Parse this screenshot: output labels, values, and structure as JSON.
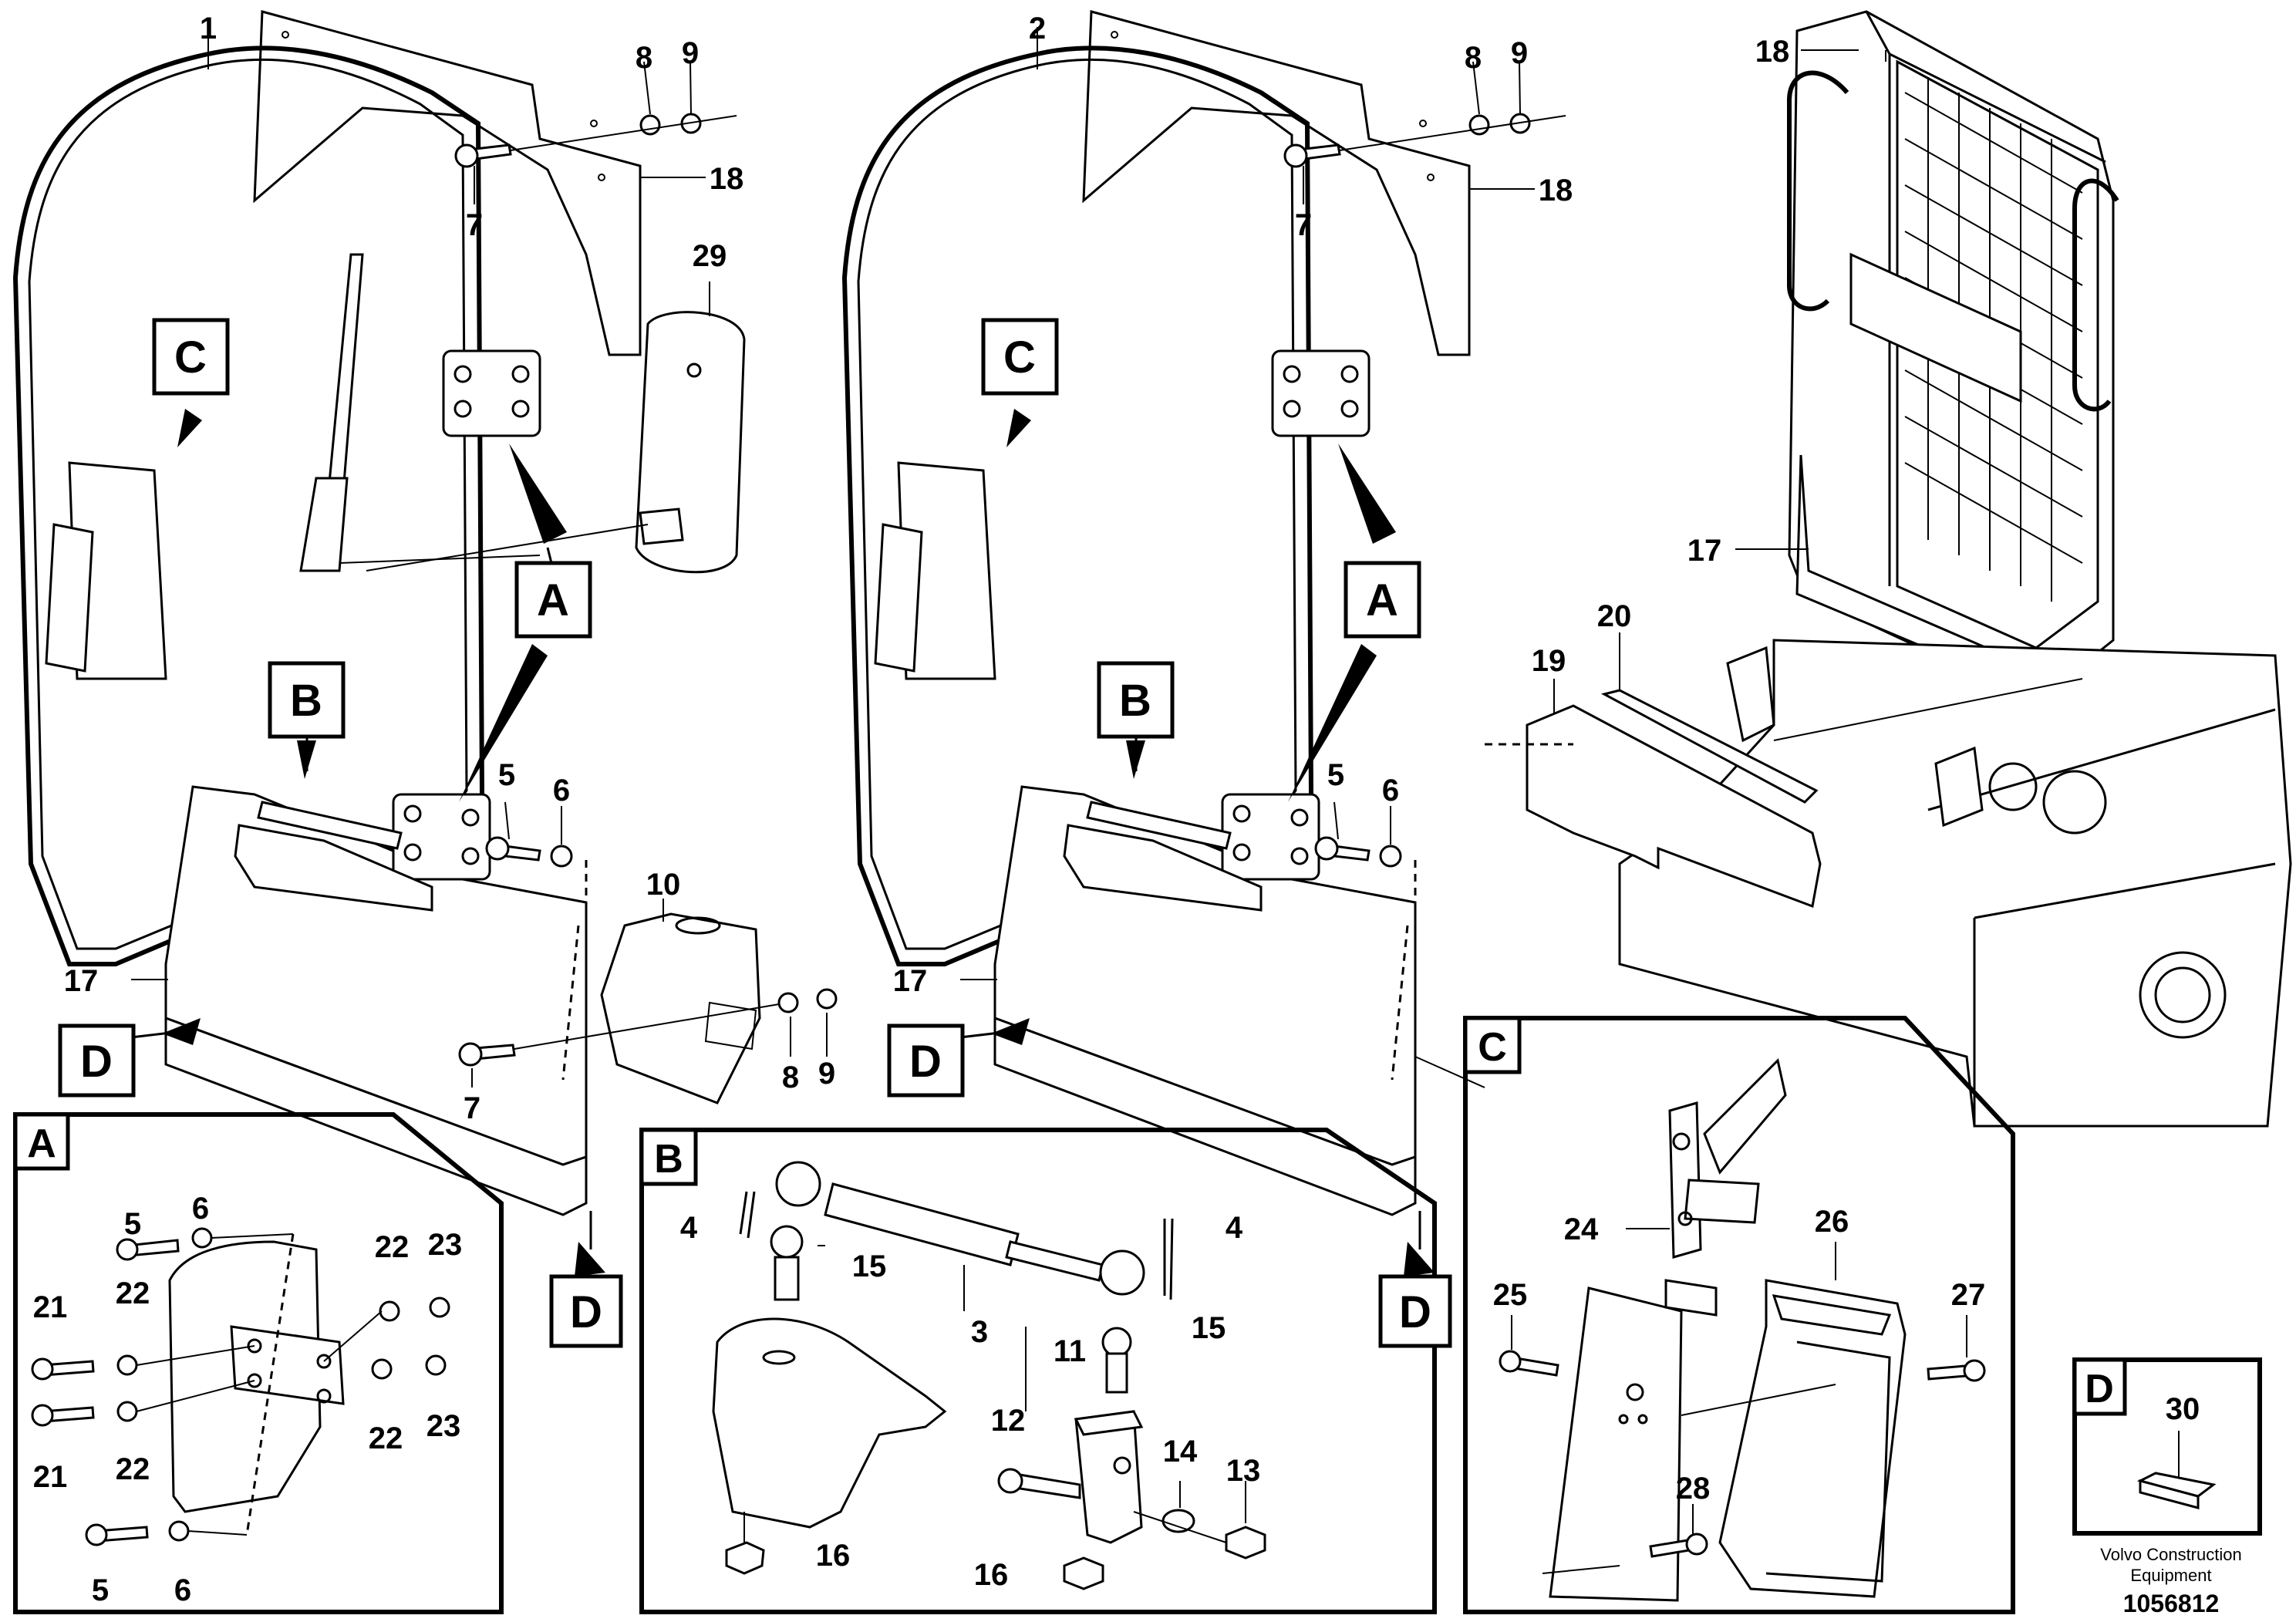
{
  "diagram": {
    "callouts": {
      "c1": "1",
      "c2": "2",
      "c3": "3",
      "c4": "4",
      "c5": "5",
      "c6": "6",
      "c7": "7",
      "c8": "8",
      "c9": "9",
      "c10": "10",
      "c11": "11",
      "c12": "12",
      "c13": "13",
      "c14": "14",
      "c15": "15",
      "c16": "16",
      "c17": "17",
      "c18": "18",
      "c19": "19",
      "c20": "20",
      "c21": "21",
      "c22": "22",
      "c23": "23",
      "c24": "24",
      "c25": "25",
      "c26": "26",
      "c27": "27",
      "c28": "28",
      "c29": "29",
      "c30": "30"
    },
    "detail_refs": {
      "a": "A",
      "b": "B",
      "c": "C",
      "d": "D"
    },
    "footer": {
      "caption_line1": "Volvo Construction",
      "caption_line2": "Equipment",
      "document_number": "1056812"
    }
  }
}
